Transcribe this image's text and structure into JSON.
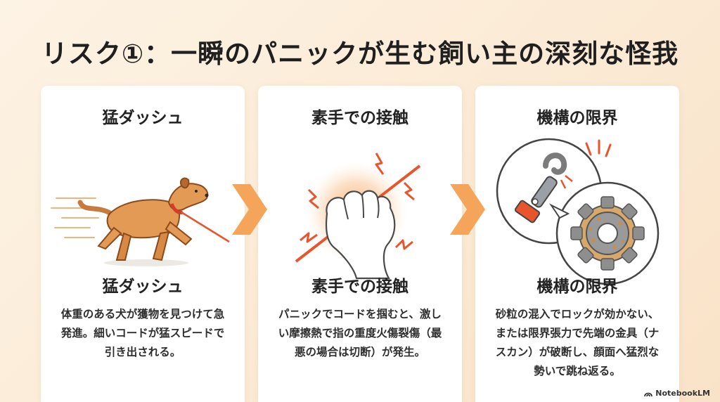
{
  "title": "リスク①：一瞬のパニックが生む飼い主の深刻な怪我",
  "cards": [
    {
      "heading": "猛ダッシュ",
      "subheading": "猛ダッシュ",
      "body": "体重のある犬が獲物を見つけて急発進。細いコードが猛スピードで引き出される。",
      "illustration": "running-dog-icon"
    },
    {
      "heading": "素手での接触",
      "subheading": "素手での接触",
      "body": "パニックでコードを掴むと、激しい摩擦熱で指の重度火傷裂傷（最悪の場合は切断）が発生。",
      "illustration": "hand-gripping-cord-icon"
    },
    {
      "heading": "機構の限界",
      "subheading": "機構の限界",
      "body": "砂粒の混入でロックが効かない、または限界張力で先端の金具（ナスカン）が破断し、顔面へ猛烈な勢いで跳ね返る。",
      "illustration": "broken-clasp-and-gear-icon"
    }
  ],
  "brand": "NotebookLM",
  "colors": {
    "accent": "#f4a55a",
    "cord": "#e8542c",
    "dog": "#e39a55"
  }
}
